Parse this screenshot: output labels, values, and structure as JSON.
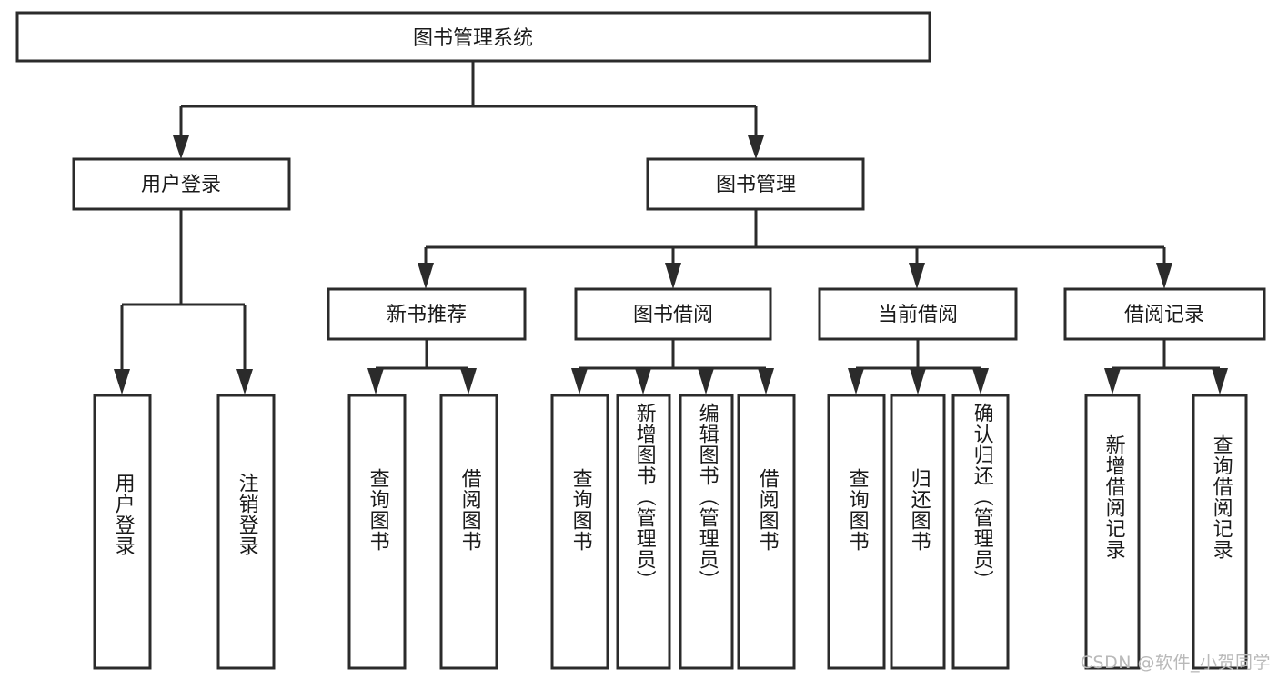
{
  "diagram": {
    "title": "图书管理系统",
    "type": "hierarchy-tree",
    "orientation": "top-down",
    "colors": {
      "box_stroke": "#2b2b2b",
      "box_fill": "#ffffff",
      "text": "#1a1a1a",
      "background": "#ffffff",
      "watermark": "#b9b9b9"
    },
    "root": {
      "label": "图书管理系统",
      "name": "node-root-system"
    },
    "level2": [
      {
        "label": "用户登录",
        "name": "node-user-login"
      },
      {
        "label": "图书管理",
        "name": "node-book-management"
      }
    ],
    "level3": [
      {
        "label": "新书推荐",
        "name": "node-new-book-recommend"
      },
      {
        "label": "图书借阅",
        "name": "node-book-borrow"
      },
      {
        "label": "当前借阅",
        "name": "node-current-borrow"
      },
      {
        "label": "借阅记录",
        "name": "node-borrow-record"
      }
    ],
    "leaves": {
      "user_login": [
        {
          "label": "用户登录",
          "name": "leaf-user-login"
        },
        {
          "label": "注销登录",
          "name": "leaf-logout"
        }
      ],
      "new_book_recommend": [
        {
          "label": "查询图书",
          "name": "leaf-query-book-1"
        },
        {
          "label": "借阅图书",
          "name": "leaf-borrow-book-1"
        }
      ],
      "book_borrow": [
        {
          "label": "查询图书",
          "name": "leaf-query-book-2"
        },
        {
          "label": "新增图书（管理员）",
          "name": "leaf-add-book-admin"
        },
        {
          "label": "编辑图书（管理员）",
          "name": "leaf-edit-book-admin"
        },
        {
          "label": "借阅图书",
          "name": "leaf-borrow-book-2"
        }
      ],
      "current_borrow": [
        {
          "label": "查询图书",
          "name": "leaf-query-book-3"
        },
        {
          "label": "归还图书",
          "name": "leaf-return-book"
        },
        {
          "label": "确认归还（管理员）",
          "name": "leaf-confirm-return-admin"
        }
      ],
      "borrow_record": [
        {
          "label": "新增借阅记录",
          "name": "leaf-add-borrow-record"
        },
        {
          "label": "查询借阅记录",
          "name": "leaf-query-borrow-record"
        }
      ]
    },
    "watermark": "CSDN @软件_小贺同学"
  }
}
